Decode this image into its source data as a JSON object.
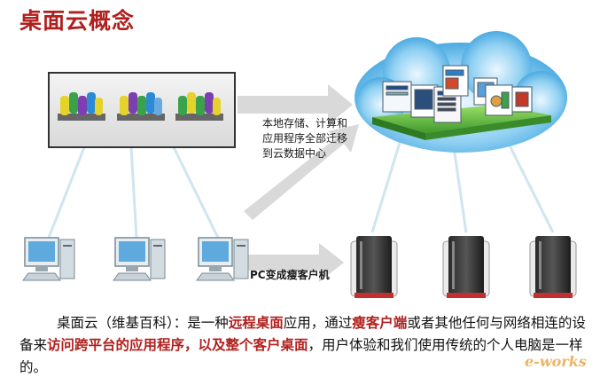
{
  "title": "桌面云概念",
  "labels": {
    "migrate_line1": "本地存储、计算和",
    "migrate_line2": "应用程序全部迁移",
    "migrate_line3": "到云数据中心",
    "pc_change": "PC变成瘦客户机"
  },
  "description": {
    "p1": "桌面云（维基百科）：是一种",
    "h1": "远程桌面",
    "p2": "应用，通过",
    "h2": "瘦客户端",
    "p3": "或者其他任何与网络相连的设备来",
    "h3": "访问跨平台的应用程序，以及整个客户桌面",
    "p4": "，用户体验和我们使用传统的个人电脑是一样的。"
  },
  "watermark": "e-works",
  "colors": {
    "accent": "#b0201e",
    "cloud": "#5fb8e8",
    "line": "#cfe6ef",
    "arrow": "#d6d6d6"
  }
}
